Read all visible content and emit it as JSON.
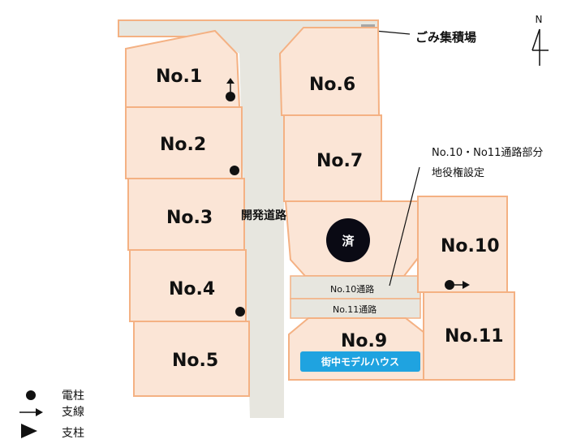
{
  "map": {
    "lots": [
      {
        "id": "lot-1",
        "label": "No.1"
      },
      {
        "id": "lot-2",
        "label": "No.2"
      },
      {
        "id": "lot-3",
        "label": "No.3"
      },
      {
        "id": "lot-4",
        "label": "No.4"
      },
      {
        "id": "lot-5",
        "label": "No.5"
      },
      {
        "id": "lot-6",
        "label": "No.6"
      },
      {
        "id": "lot-7",
        "label": "No.7"
      },
      {
        "id": "lot-8",
        "label": "済"
      },
      {
        "id": "lot-9",
        "label": "No.9"
      },
      {
        "id": "lot-10",
        "label": "No.10"
      },
      {
        "id": "lot-11",
        "label": "No.11"
      }
    ],
    "road_label": "開発道路",
    "passage_10_label": "No.10通路",
    "passage_11_label": "No.11通路",
    "easement_note_line1": "No.10・No11通路部分",
    "easement_note_line2": "地役権設定",
    "garbage_label": "ごみ集積場",
    "model_house_label": "街中モデルハウス",
    "north_label": "N",
    "colors": {
      "lot_fill": "#fbe5d6",
      "lot_stroke": "#f4b183",
      "road_fill": "#e7e6df",
      "garbage_fill": "#a6a6a6",
      "badge_fill": "#1fa3e0",
      "sold_fill": "#0a0a14"
    }
  },
  "legend": {
    "items": [
      {
        "symbol": "dot",
        "label": "電柱"
      },
      {
        "symbol": "arrow",
        "label": "支線"
      },
      {
        "symbol": "triangle",
        "label": "支柱"
      }
    ]
  }
}
